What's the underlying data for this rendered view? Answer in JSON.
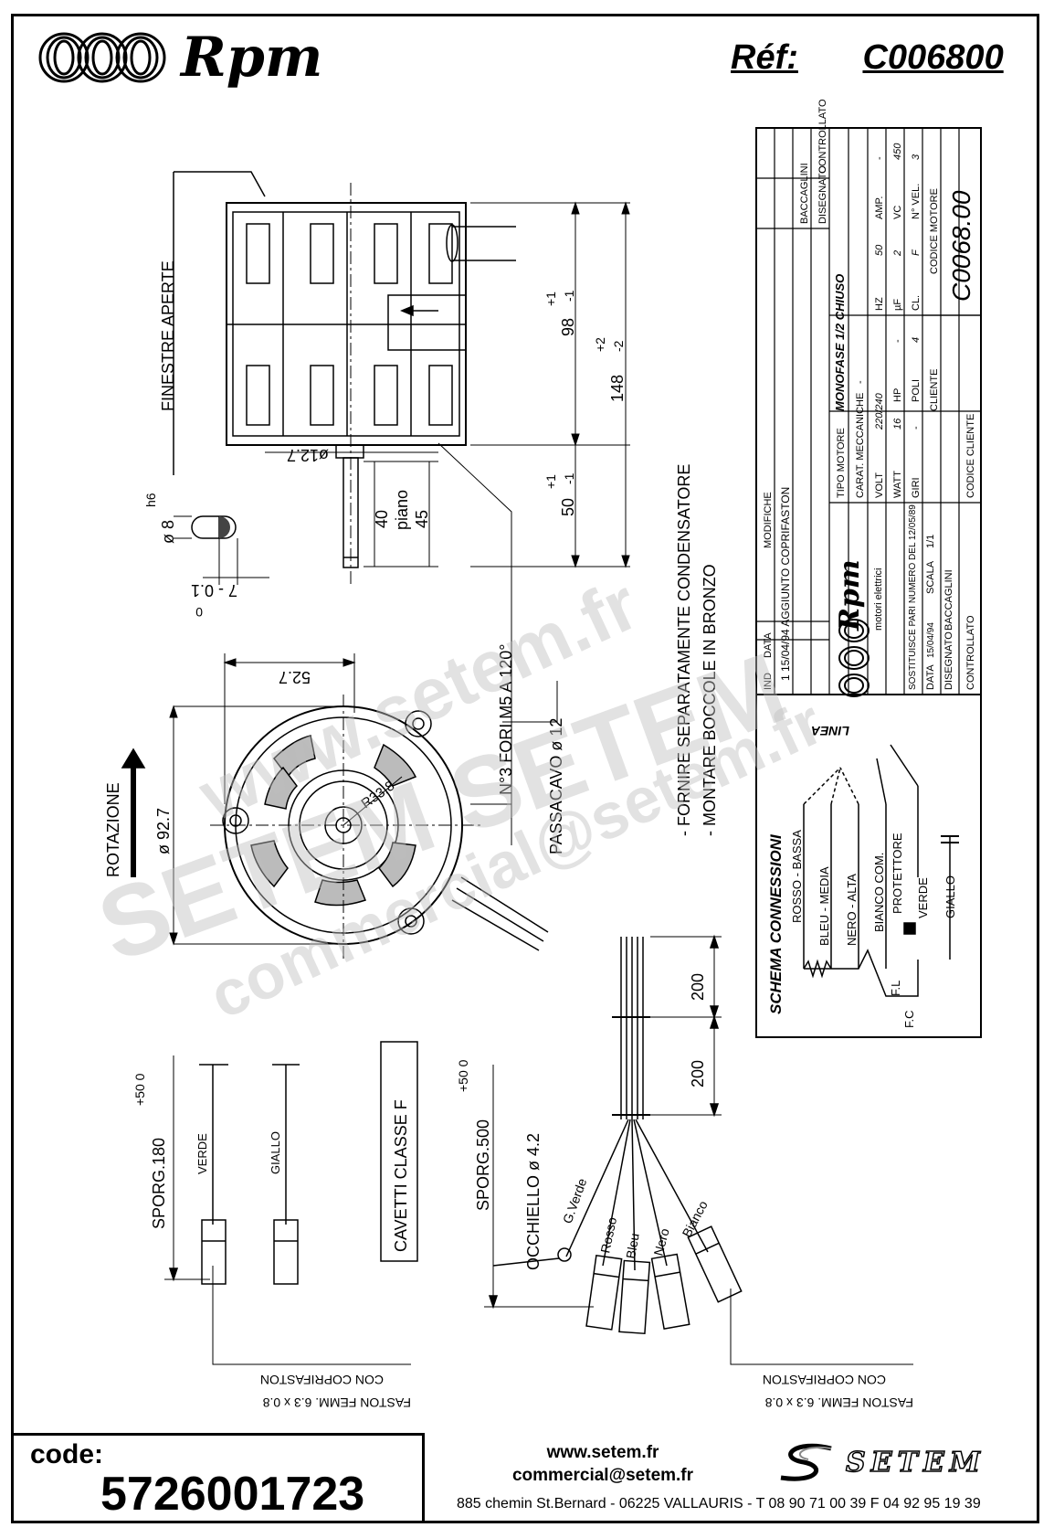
{
  "header": {
    "brand": "Rpm",
    "ref_label": "Réf:",
    "ref_value": "C006800"
  },
  "drawing": {
    "labels": {
      "finestre": "FINESTRE APERTE",
      "dim_98": "98",
      "tol_98a": "+1",
      "tol_98b": "-1",
      "dim_148": "148",
      "tol_148a": "+2",
      "tol_148b": "-2",
      "dim_50": "50",
      "tol_50a": "+1",
      "tol_50b": "-1",
      "dim_12_7": "ø12.7",
      "dim_40": "40",
      "piano": "piano",
      "dim_45": "45",
      "shaft_dia": "ø 8",
      "shaft_tol": "h6",
      "shaft_flat": "7 - 0.1",
      "shaft_flat_tol": "0",
      "dim_52_7": "52.7",
      "rotazione": "ROTAZIONE",
      "dim_92_7": "ø 92.7",
      "r33_8": "R33.8",
      "fori": "N°3 FORI M5 A 120°",
      "passacavo": "PASSACAVO ø 12",
      "note1": "- FORNIRE SEPARATAMENTE CONDENSATORE",
      "note2": "- MONTARE BOCCOLE IN BRONZO",
      "dim_200a": "200",
      "dim_200b": "200",
      "sporg180": "SPORG.180",
      "sporg180_tol": "+50  0",
      "verde": "VERDE",
      "giallo": "GIALLO",
      "cavetti": "CAVETTI CLASSE F",
      "sporg500": "SPORG.500",
      "sporg500_tol": "+50  0",
      "occhiello": "OCCHIELLO ø 4.2",
      "g_verde": "G.Verde",
      "rosso": "Rosso",
      "bleu": "Bleu",
      "nero": "Nero",
      "bianco": "Bianco",
      "con_copri_l": "CON COPRIFASTON",
      "faston_l": "FASTON FEMM. 6.3 x 0.8",
      "con_copri_r": "CON COPRIFASTON",
      "faston_r": "FASTON FEMM. 6.3 x 0.8"
    },
    "schema": {
      "title": "SCHEMA CONNESSIONI",
      "linea": "LINEA",
      "wires": [
        "ROSSO - BASSA",
        "BLEU - MEDIA",
        "NERO - ALTA",
        "BIANCO COM.",
        "PROTETTORE",
        "VERDE",
        "GIALLO"
      ],
      "fl": "F.L",
      "fc": "F.C"
    },
    "title_block": {
      "mod_row": "1  15/04/94  AGGIUNTO COPRIFASTON",
      "col_ind": "IND",
      "col_data": "DATA",
      "col_modifiche": "MODIFICHE",
      "col_baccaglini": "BACCAGLINI",
      "col_disegnato": "DISEGNATO",
      "col_controllato": "CONTROLLATO",
      "tipo_motore": "TIPO MOTORE",
      "tipo_value": "MONOFASE 1/2 CHIUSO",
      "carat": "CARAT. MECCANICHE",
      "carat_val": "-",
      "volt": "VOLT",
      "volt_val": "220/240",
      "hz": "HZ",
      "hz_val": "50",
      "amp": "AMP.",
      "amp_val": "-",
      "watt": "WATT",
      "watt_val": "16",
      "hp": "HP",
      "hp_val": "-",
      "uf": "µF",
      "uf_val": "2",
      "vc": "VC",
      "vc_val": "450",
      "giri": "GIRI",
      "giri_val": "-",
      "poli": "POLI",
      "poli_val": "4",
      "cl": "CL.",
      "cl_val": "F",
      "nvel": "N° VEL.",
      "nvel_val": "3",
      "cliente": "CLIENTE",
      "codice_motore": "CODICE MOTORE",
      "codice_motore_val": "C0068.00",
      "codice_cliente": "CODICE CLIENTE",
      "rpm": "Rpm",
      "motori": "motori elettrici",
      "sostituisce": "SOSTITUISCE PARI NUMERO DEL 12/05/89",
      "data": "DATA",
      "data_val": "15/04/94",
      "scala": "SCALA",
      "scala_val": "1/1",
      "disegnato": "DISEGNATO",
      "disegnato_val": "BACCAGLINI",
      "controllato": "CONTROLLATO"
    }
  },
  "watermark": {
    "line1": "www.setem.fr",
    "line2": "SETEM SETEM",
    "line3": "commercial@setem.fr"
  },
  "footer": {
    "code_label": "code:",
    "code_value": "5726001723",
    "website": "www.setem.fr",
    "email": "commercial@setem.fr",
    "address": "885 chemin St.Bernard  -  06225 VALLAURIS  -  T 08 90 71 00 39   F 04 92 95 19 39",
    "setem": "SETEM"
  }
}
